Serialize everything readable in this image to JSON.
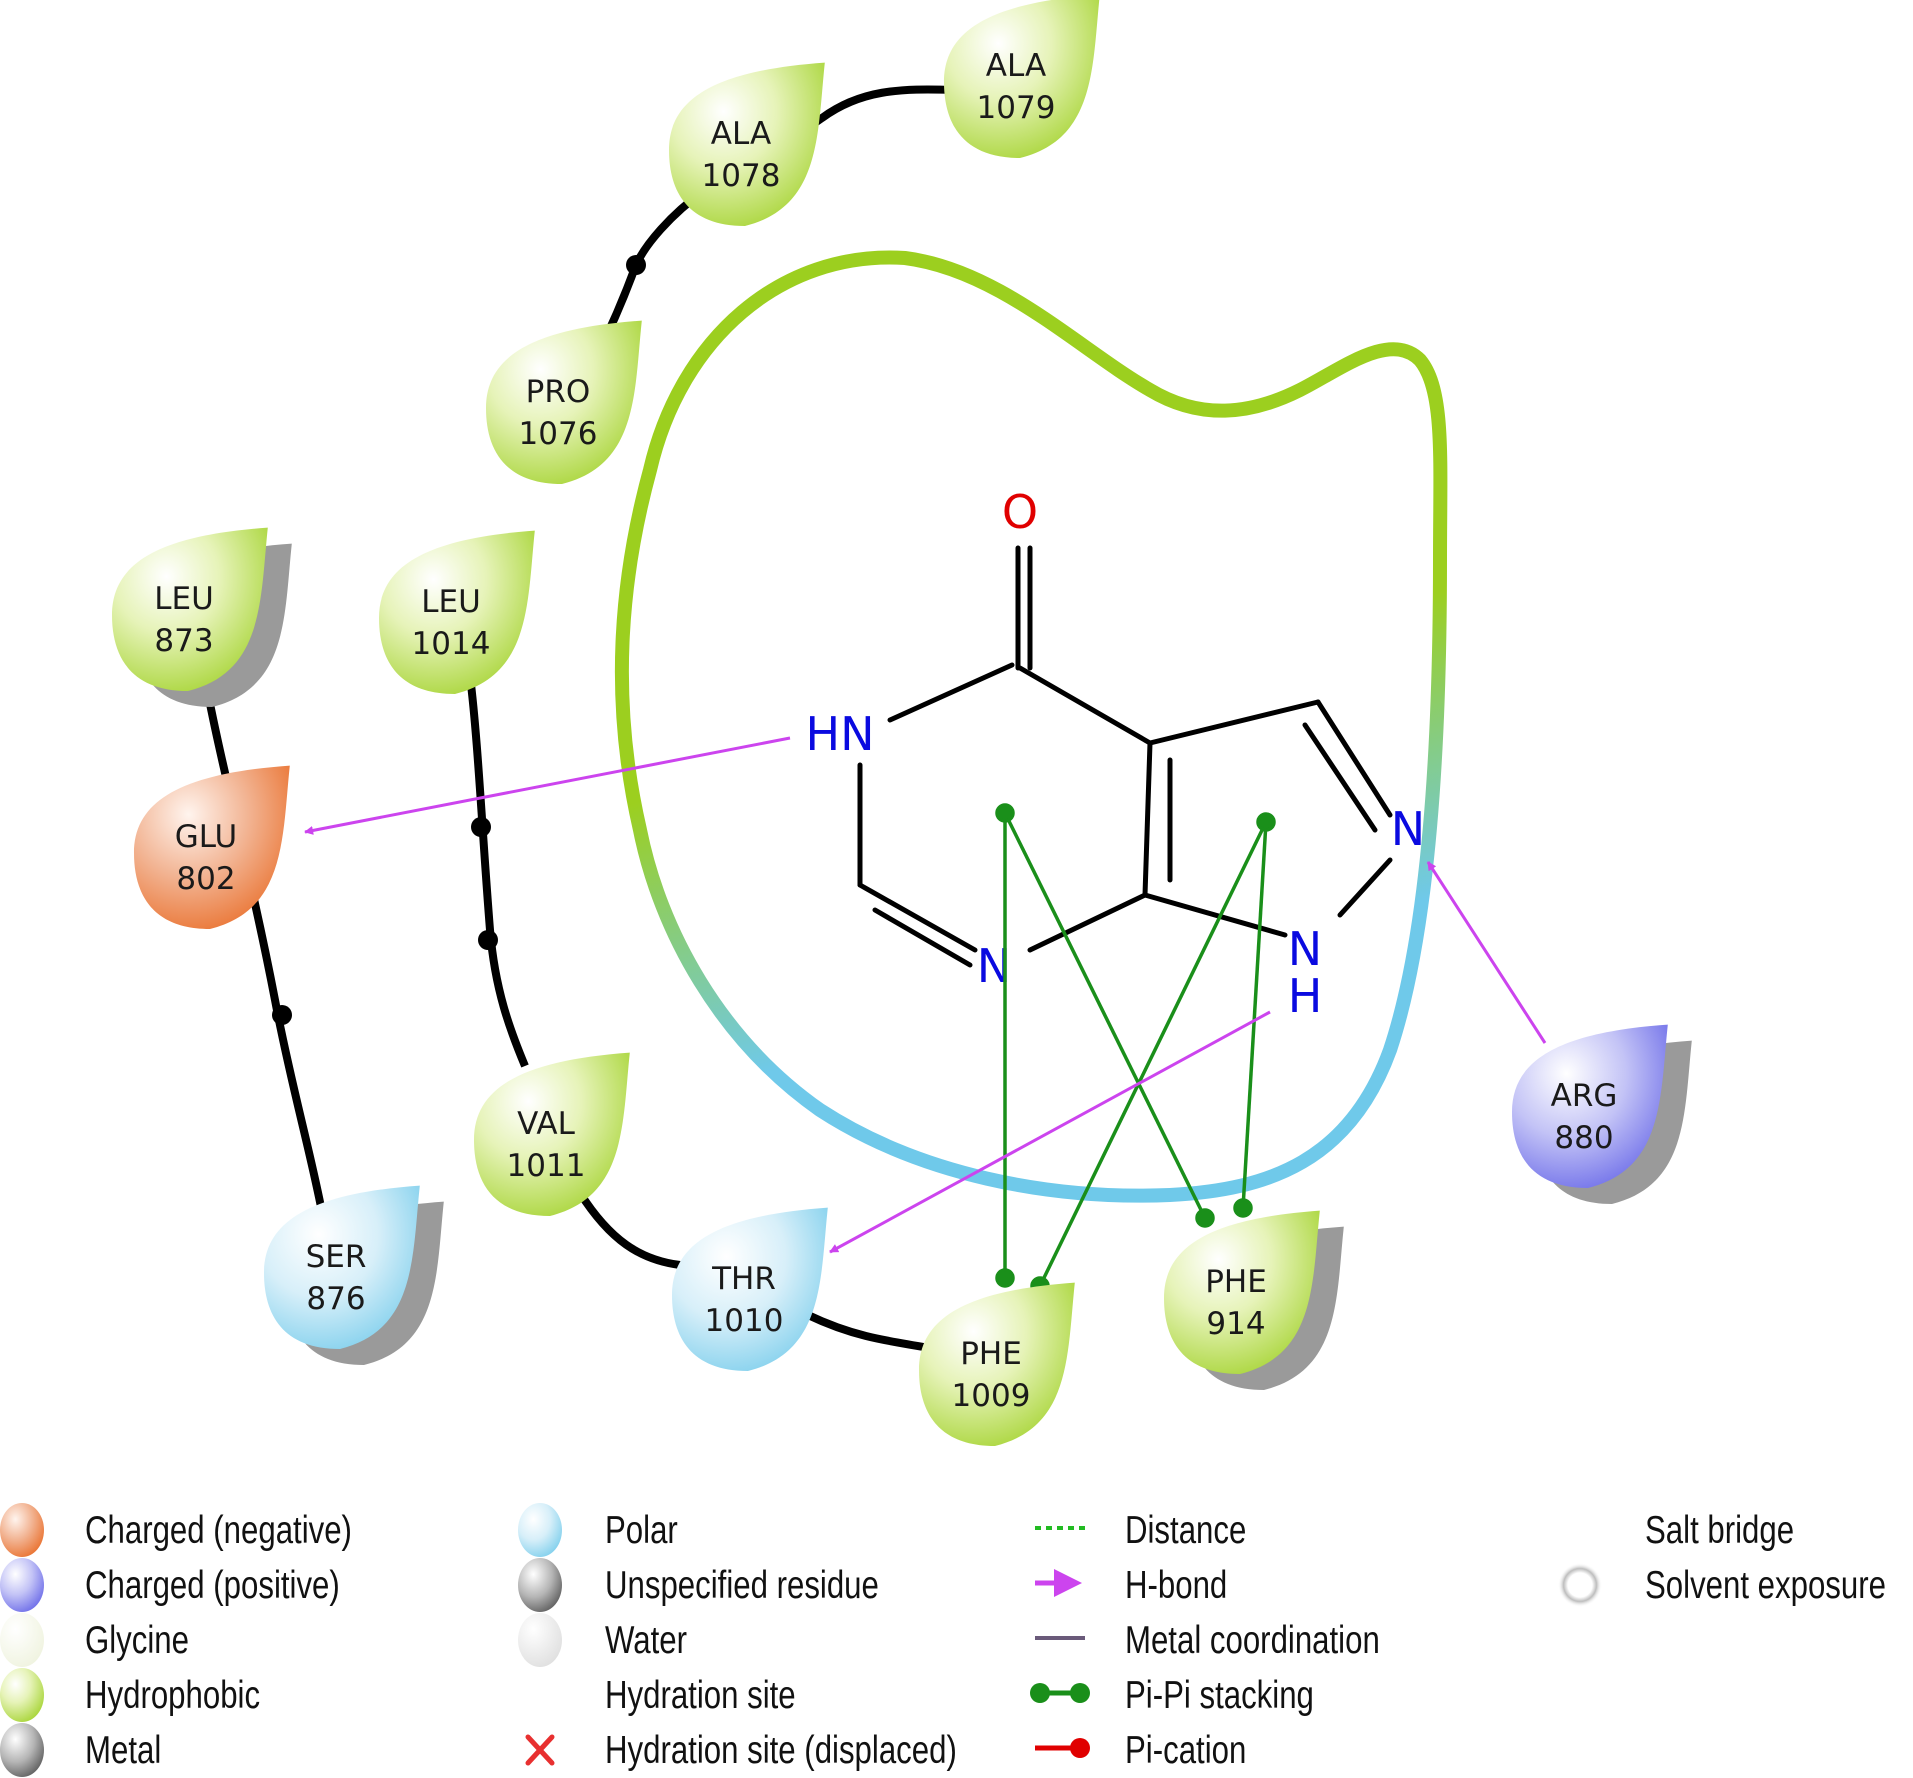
{
  "residues": [
    {
      "id": "ala1079",
      "name": "ALA",
      "num": "1079",
      "type": "hydrophobic"
    },
    {
      "id": "ala1078",
      "name": "ALA",
      "num": "1078",
      "type": "hydrophobic"
    },
    {
      "id": "pro1076",
      "name": "PRO",
      "num": "1076",
      "type": "hydrophobic"
    },
    {
      "id": "leu873",
      "name": "LEU",
      "num": "873",
      "type": "hydrophobic",
      "solvent_exposure": true
    },
    {
      "id": "leu1014",
      "name": "LEU",
      "num": "1014",
      "type": "hydrophobic"
    },
    {
      "id": "glu802",
      "name": "GLU",
      "num": "802",
      "type": "charged-negative"
    },
    {
      "id": "val1011",
      "name": "VAL",
      "num": "1011",
      "type": "hydrophobic"
    },
    {
      "id": "ser876",
      "name": "SER",
      "num": "876",
      "type": "polar",
      "solvent_exposure": true
    },
    {
      "id": "thr1010",
      "name": "THR",
      "num": "1010",
      "type": "polar"
    },
    {
      "id": "phe1009",
      "name": "PHE",
      "num": "1009",
      "type": "hydrophobic"
    },
    {
      "id": "phe914",
      "name": "PHE",
      "num": "914",
      "type": "hydrophobic",
      "solvent_exposure": true
    },
    {
      "id": "arg880",
      "name": "ARG",
      "num": "880",
      "type": "charged-positive",
      "solvent_exposure": true
    }
  ],
  "ligand_atoms": {
    "o": "O",
    "hn": "HN",
    "n_pyrimidine": "N",
    "n_pyrazole": "N",
    "nh_n": "N",
    "nh_h": "H"
  },
  "interactions": [
    {
      "type": "H-bond",
      "from": "HN",
      "to": "GLU 802"
    },
    {
      "type": "H-bond",
      "from": "NH",
      "to": "THR 1010"
    },
    {
      "type": "H-bond",
      "from": "ARG 880",
      "to": "N"
    },
    {
      "type": "Pi-Pi stacking",
      "from": "pyrimidine ring",
      "to": "PHE 1009"
    },
    {
      "type": "Pi-Pi stacking",
      "from": "pyrimidine ring",
      "to": "PHE 914"
    },
    {
      "type": "Pi-Pi stacking",
      "from": "pyrazole ring",
      "to": "PHE 1009"
    },
    {
      "type": "Pi-Pi stacking",
      "from": "pyrazole ring",
      "to": "PHE 914"
    }
  ],
  "legend": {
    "col1": [
      "Charged (negative)",
      "Charged (positive)",
      "Glycine",
      "Hydrophobic",
      "Metal"
    ],
    "col2": [
      "Polar",
      "Unspecified residue",
      "Water",
      "Hydration site",
      "Hydration site (displaced)"
    ],
    "col3": [
      "Distance",
      "H-bond",
      "Metal coordination",
      "Pi-Pi stacking",
      "Pi-cation"
    ],
    "col4": [
      "Salt bridge",
      "Solvent exposure"
    ]
  },
  "colors": {
    "hydrophobic": "#9ccf1f",
    "polar": "#6fc9ea",
    "charged_negative": "#e8651c",
    "charged_positive": "#5c5ce6",
    "hbond": "#cc44ee",
    "pipi": "#1a8f1a",
    "bond_n": "#0a0ae0",
    "bond_o": "#e00000"
  }
}
